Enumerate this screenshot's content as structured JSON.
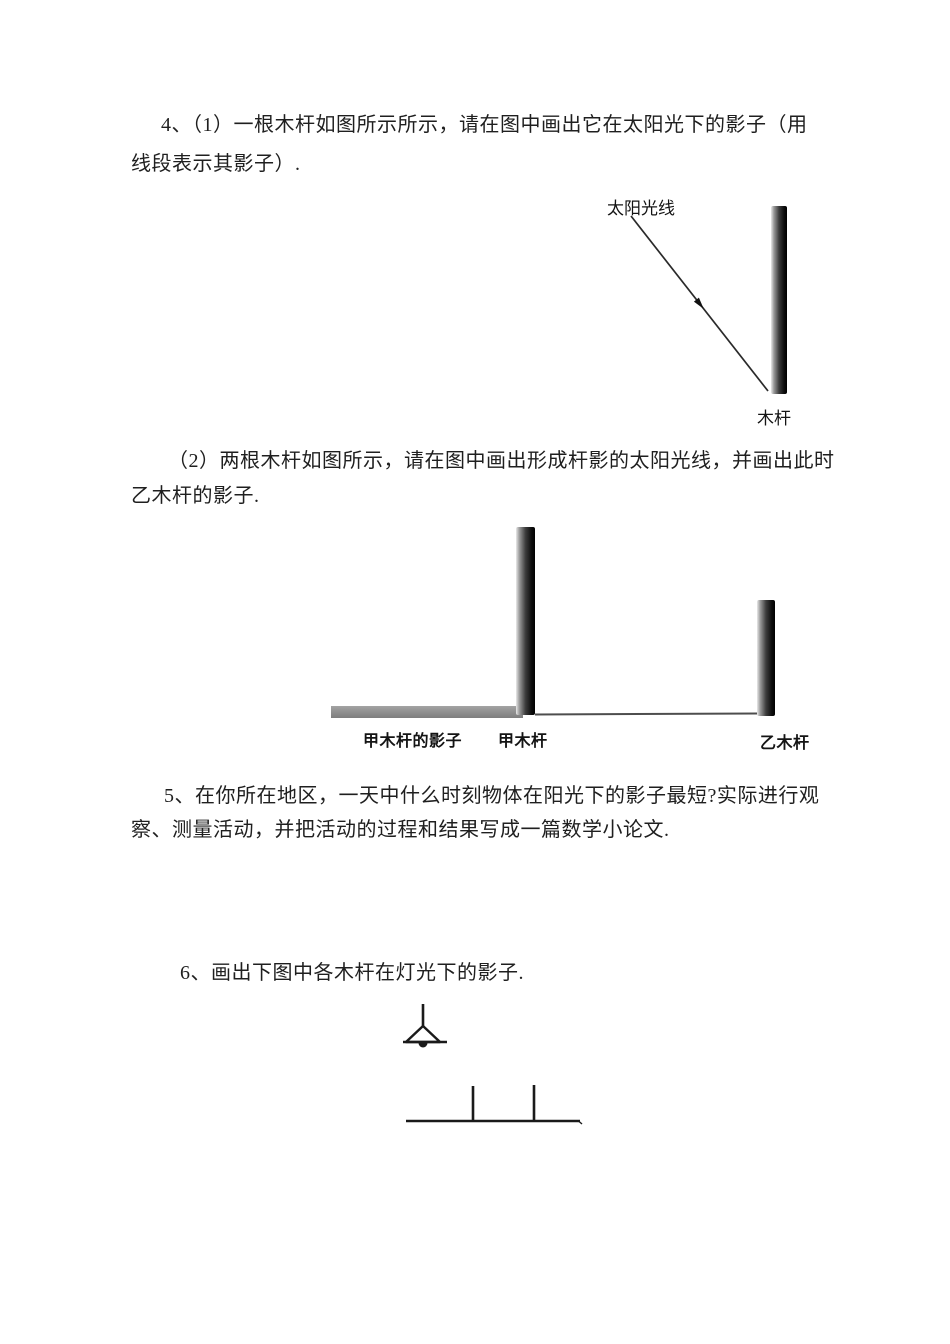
{
  "page": {
    "background": "#ffffff",
    "ink": "#1f1f1f"
  },
  "questions": {
    "q4_part1": {
      "line1": "4、（1）一根木杆如图所示所示，请在图中画出它在太阳光下的影子（用",
      "line2": "线段表示其影子）."
    },
    "q4_part2": {
      "line1": "（2）两根木杆如图所示，请在图中画出形成杆影的太阳光线，并画出此时",
      "line2": "乙木杆的影子."
    },
    "q5": {
      "line1": "5、在你所在地区，一天中什么时刻物体在阳光下的影子最短?实际进行观",
      "line2": "察、测量活动，并把活动的过程和结果写成一篇数学小论文."
    },
    "q6": {
      "line1": "6、画出下图中各木杆在灯光下的影子."
    }
  },
  "figures": {
    "sunray": {
      "ray_label": "太阳光线",
      "pole_label": "木杆"
    },
    "two_poles": {
      "shadow_label": "甲木杆的影子",
      "pole_a_label": "甲木杆",
      "pole_b_label": "乙木杆"
    }
  },
  "colors": {
    "shadow_gray": "#8f8f8f",
    "pole_black": "#0d0d0d",
    "ray_line": "#2a2a2a"
  }
}
